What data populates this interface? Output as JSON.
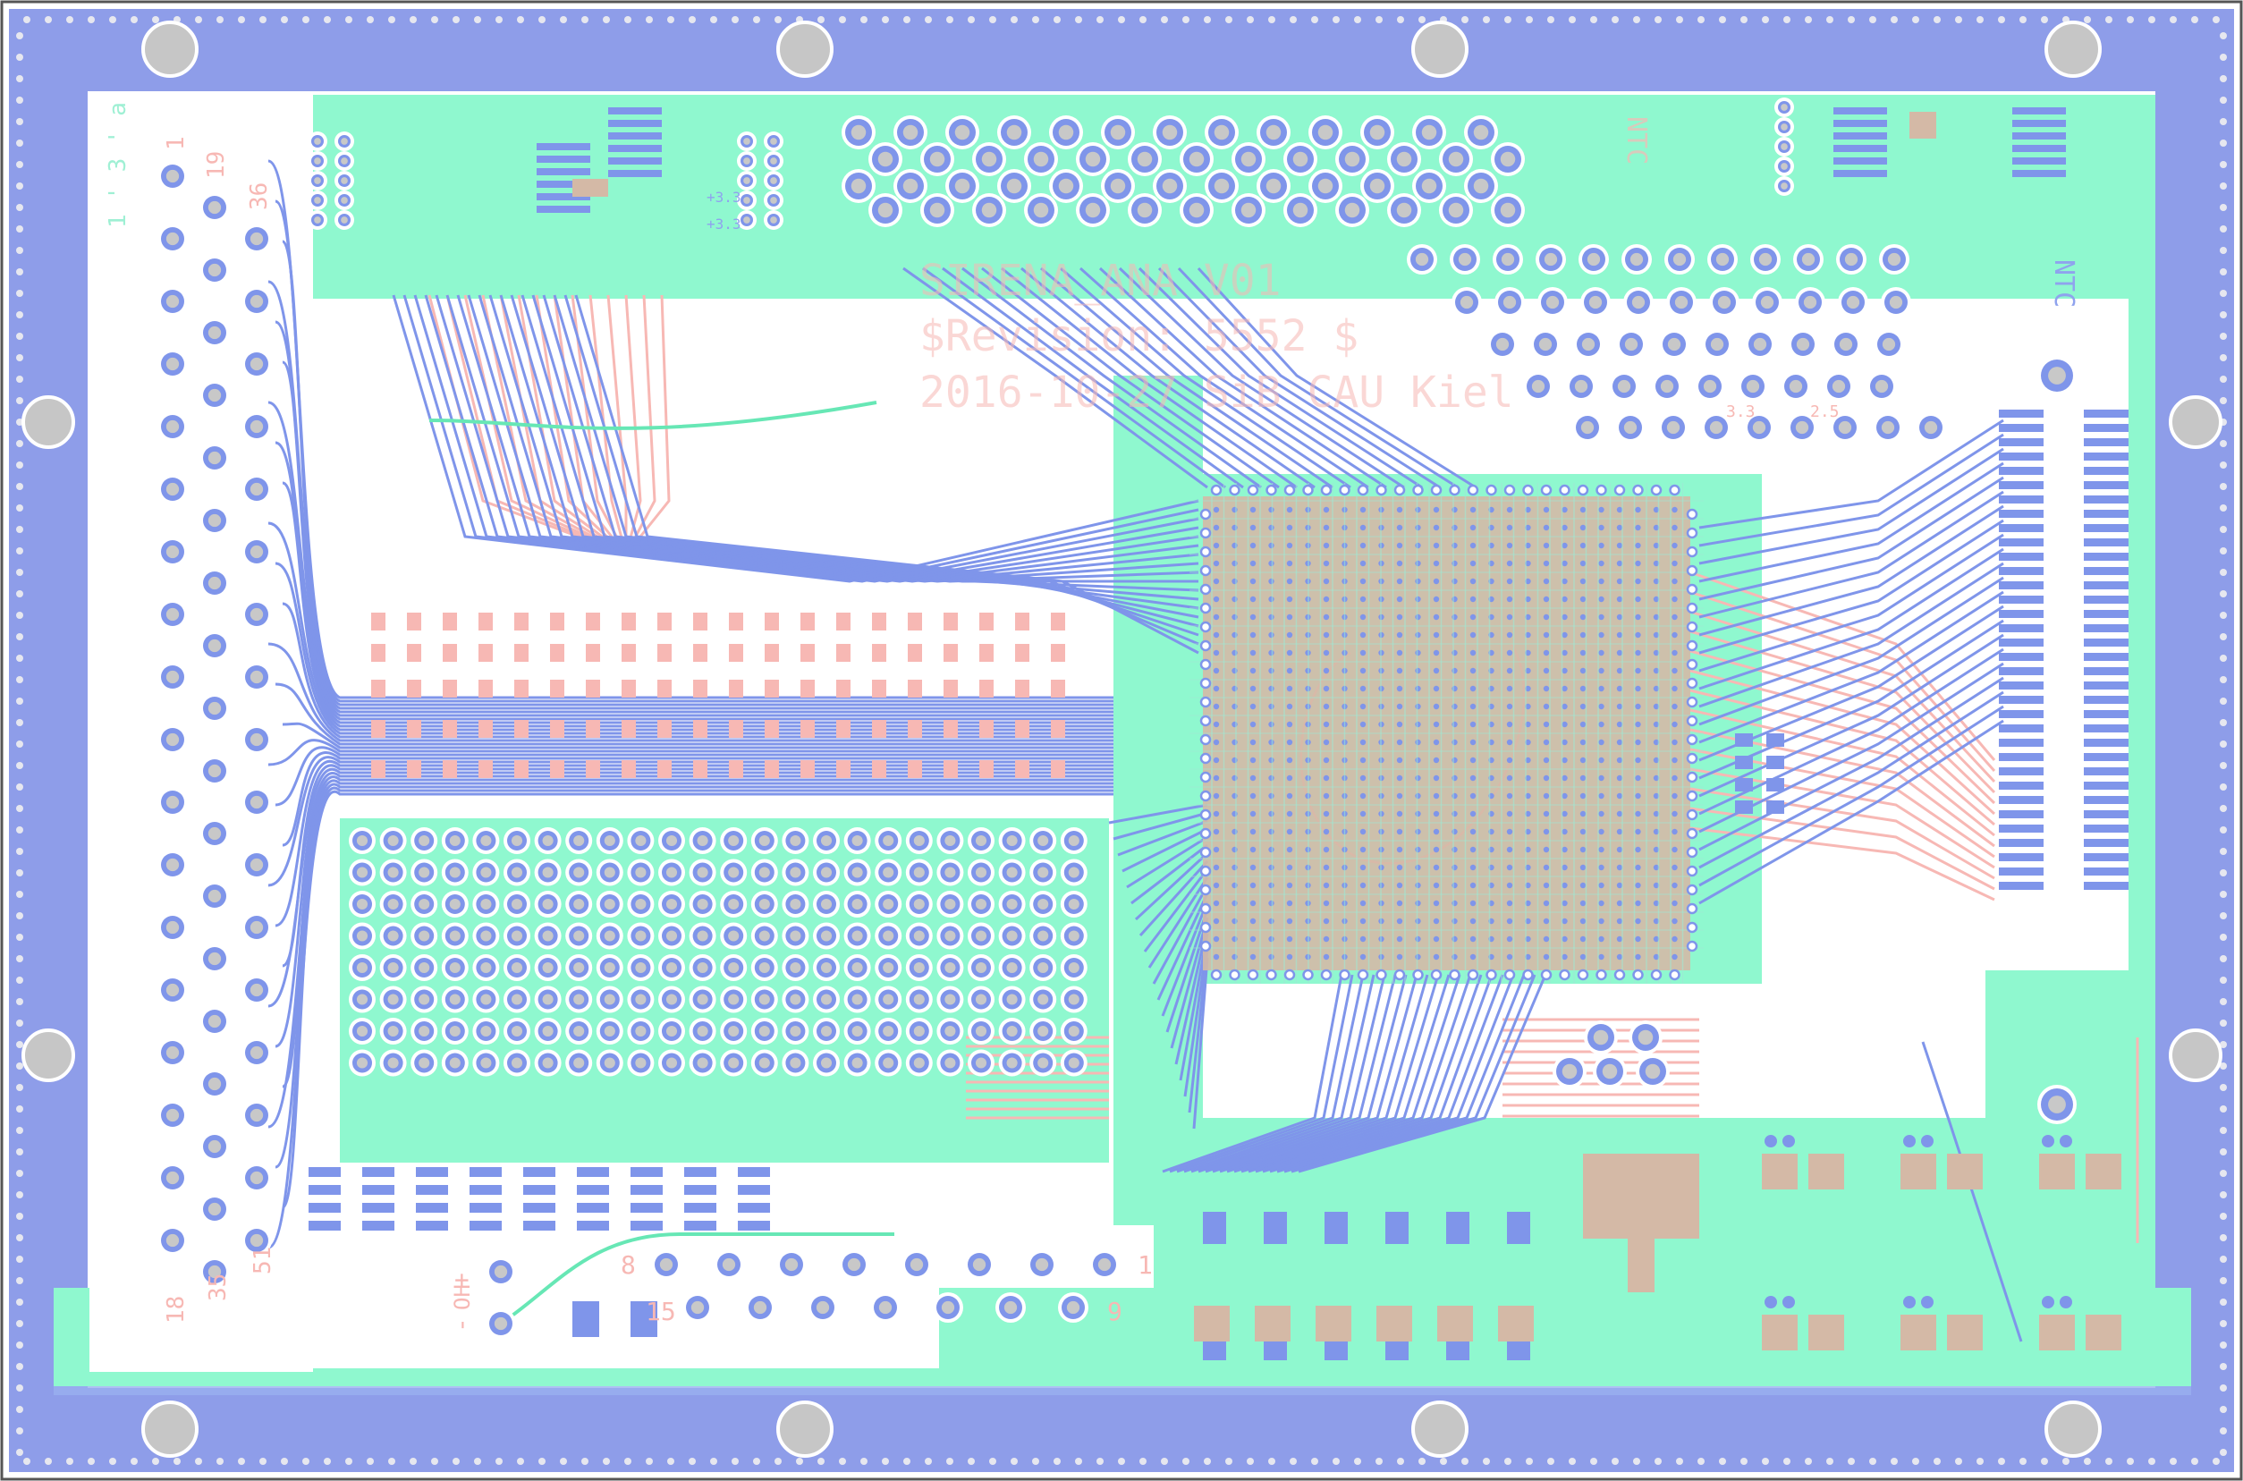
{
  "board": {
    "title": "SIRENA_ANA V01",
    "revision": "$Revision: 5552 $",
    "date_line": "2016-10-27 SiB CAU Kiel",
    "colors": {
      "frame_blue": "#8e9de9",
      "pour_green": "#8ff8cf",
      "top_copper": "#7f95ea",
      "bottom_copper": "#f7b8b4",
      "pad_tan": "#d4b9a6",
      "drill": "#c8c8c8",
      "background": "#ffffff"
    }
  },
  "labels": {
    "header_pins": [
      "1",
      "19",
      "36",
      "18",
      "35",
      "51"
    ],
    "left_corner_vertical": "1 ' 3 ' a",
    "ntc_top": "NTC",
    "ntc_right": "NTC",
    "power_plus": "+",
    "power_minus": "-",
    "power_name": "OH",
    "connector_pins": [
      "8",
      "15",
      "1",
      "9"
    ],
    "voltage_33a": "+3.3",
    "voltage_33b": "+3.3",
    "rail_33": "3.3",
    "rail_25": "2.5"
  }
}
